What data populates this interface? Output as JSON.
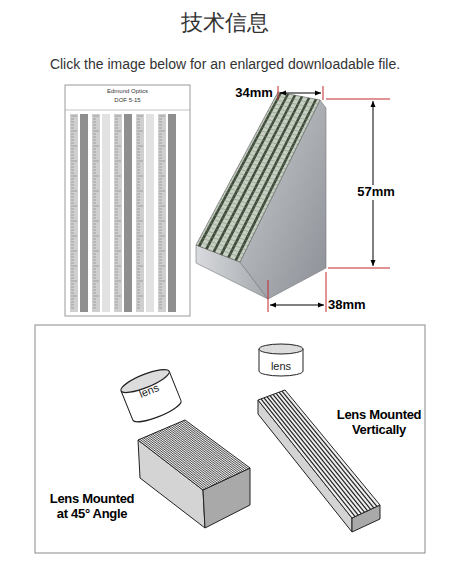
{
  "diagram": {
    "title": "技术信息",
    "nodes": [
      {
        "text": [
          "lens"
        ]
      },
      {
        "text": [
          "lens"
        ]
      }
    ],
    "labels": [
      "Click the image below for an enlarged downloadable file.",
      "Edmund Optics",
      "DOF 5-15",
      "34mm",
      "57mm",
      "38mm",
      "Lens Mounted Vertically",
      "Lens Mounted at 45° Angle"
    ]
  }
}
